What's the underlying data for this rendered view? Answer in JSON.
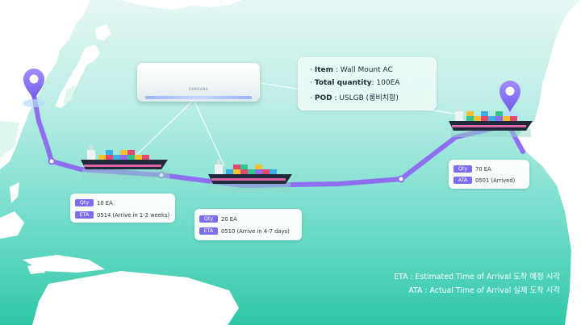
{
  "product": {
    "brand": "SAMSUNG"
  },
  "info": {
    "item_key": "Item",
    "item_value": "Wall Mount AC",
    "qty_key": "Total quantity",
    "qty_value": "100EA",
    "pod_key": "POD",
    "pod_value": "USLGB (롱비치항)"
  },
  "ships": [
    {
      "qty_label": "Qty",
      "qty_value": "10 EA",
      "date_label": "ETA",
      "date_value": "0514 (Arrive in 1-2 weeks)"
    },
    {
      "qty_label": "Qty",
      "qty_value": "20 EA",
      "date_label": "ETA",
      "date_value": "0510 (Arrive in 4-7 days)"
    },
    {
      "qty_label": "Qty",
      "qty_value": "70 EA",
      "date_label": "ATA",
      "date_value": "0501 (Arrived)"
    }
  ],
  "legend": {
    "eta": "ETA : Estimated Time of Arrival 도착 예정 시각",
    "ata": "ATA : Actual Time of Arrival 실제 도착 시각"
  },
  "colors": {
    "route": "#8f6ff0",
    "chip": "#7b6cf0",
    "pin": "#8b74f2"
  }
}
